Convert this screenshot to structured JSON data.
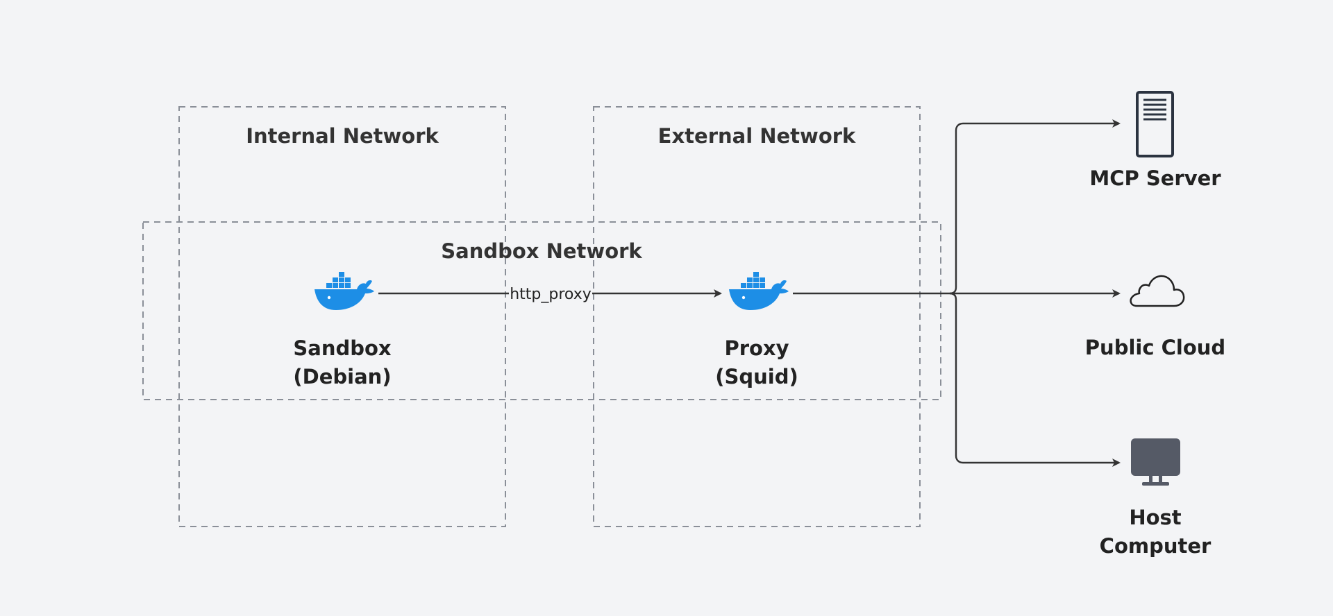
{
  "zones": [
    {
      "id": "internal",
      "title": "Internal Network"
    },
    {
      "id": "external",
      "title": "External Network"
    },
    {
      "id": "sandbox",
      "title": "Sandbox Network"
    }
  ],
  "nodes": {
    "sandbox": {
      "line1": "Sandbox",
      "line2": "(Debian)",
      "icon": "docker-whale-icon"
    },
    "proxy": {
      "line1": "Proxy",
      "line2": "(Squid)",
      "icon": "docker-whale-icon"
    },
    "mcp": {
      "line1": "MCP Server",
      "icon": "server-icon"
    },
    "cloud": {
      "line1": "Public Cloud",
      "icon": "cloud-icon"
    },
    "host": {
      "line1": "Host",
      "line2": "Computer",
      "icon": "monitor-icon"
    }
  },
  "edges": [
    {
      "from": "sandbox",
      "to": "proxy",
      "label": "http_proxy"
    },
    {
      "from": "proxy",
      "to": "mcp"
    },
    {
      "from": "proxy",
      "to": "cloud"
    },
    {
      "from": "proxy",
      "to": "host"
    }
  ],
  "colors": {
    "background": "#f3f4f6",
    "docker_blue": "#1d8ee6",
    "edge": "#333333",
    "zone_border": "#8a8f98",
    "monitor": "#555a66"
  }
}
